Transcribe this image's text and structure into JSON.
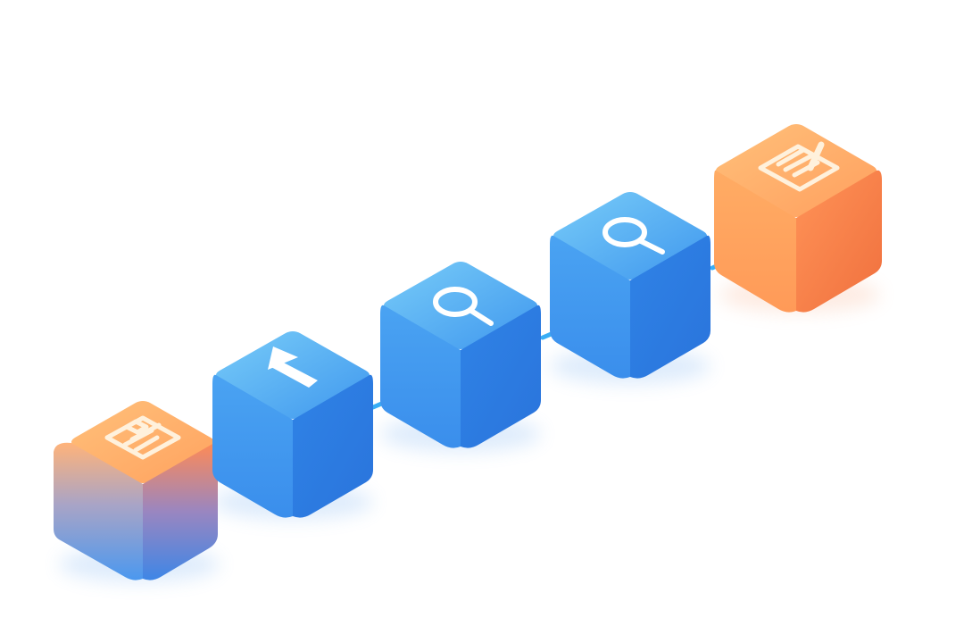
{
  "diagram": {
    "layout": "isometric-pipeline",
    "flow_direction": "left-to-right",
    "colors": {
      "background": "#ffffff",
      "blue_top": "#5cb2f4",
      "blue_left": "#3f93ee",
      "blue_right": "#2f7fe2",
      "orange_top": "#ffb46c",
      "orange_left": "#ff9f5e",
      "orange_right": "#f47c45",
      "connector_arrow": "#39aef5",
      "icon_on_blue": "#ffffff",
      "icon_on_orange": "#fff1dc"
    },
    "steps": [
      {
        "icon": "clipboard-icon",
        "theme": "orange-to-blue"
      },
      {
        "icon": "arrow-up-icon",
        "theme": "blue"
      },
      {
        "icon": "magnifier-icon",
        "theme": "blue"
      },
      {
        "icon": "magnifier-icon",
        "theme": "blue"
      },
      {
        "icon": "checklist-edit-icon",
        "theme": "orange"
      }
    ],
    "connectors": [
      {
        "from": 1,
        "to": 2,
        "icon": "arrow-right-icon"
      },
      {
        "from": 2,
        "to": 3,
        "icon": "arrow-right-icon"
      },
      {
        "from": 3,
        "to": 4,
        "icon": "arrow-right-icon"
      },
      {
        "from": 4,
        "to": 5,
        "icon": "arrow-right-icon"
      }
    ]
  }
}
